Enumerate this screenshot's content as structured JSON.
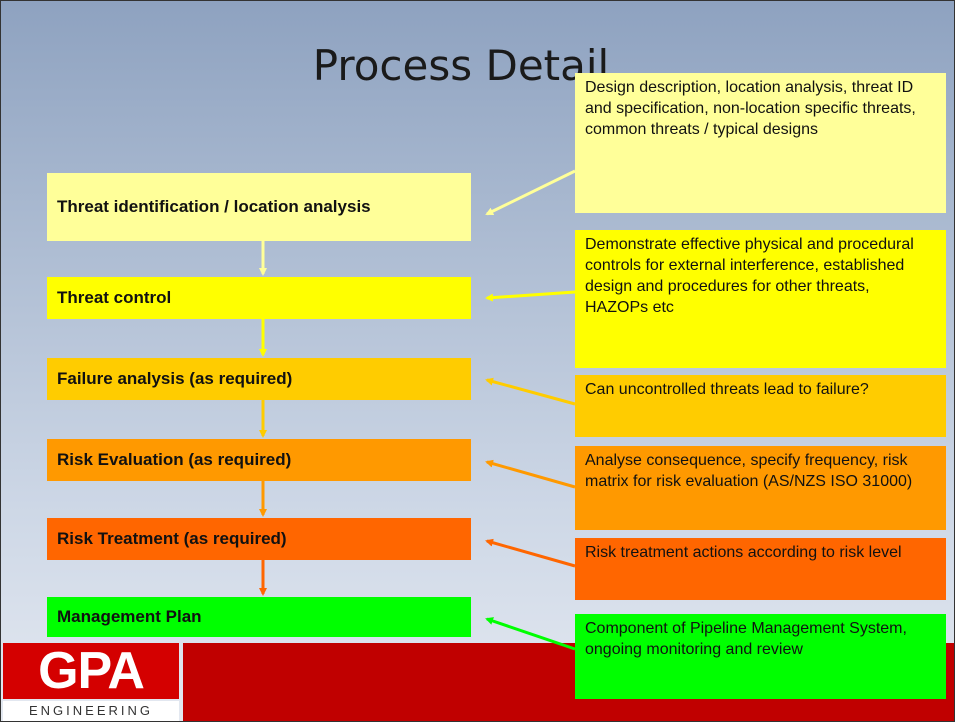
{
  "title": "Process Detail",
  "steps": [
    {
      "label": "Threat identification / location analysis",
      "color": "#ffff99"
    },
    {
      "label": "Threat control",
      "color": "#ffff00"
    },
    {
      "label": "Failure analysis (as required)",
      "color": "#ffcc00"
    },
    {
      "label": "Risk Evaluation (as required)",
      "color": "#ff9900"
    },
    {
      "label": "Risk Treatment (as required)",
      "color": "#ff6600"
    },
    {
      "label": "Management Plan",
      "color": "#00ff00"
    }
  ],
  "notes": [
    {
      "text": "Design description, location analysis, threat ID and specification, non-location specific threats, common threats / typical designs",
      "color": "#ffff99"
    },
    {
      "text": "Demonstrate effective physical and procedural controls for external interference, established design and procedures for other threats, HAZOPs etc",
      "color": "#ffff00"
    },
    {
      "text": "Can uncontrolled threats lead to failure?",
      "color": "#ffcc00"
    },
    {
      "text": " Analyse consequence, specify frequency, risk matrix for risk evaluation (AS/NZS ISO 31000)",
      "color": "#ff9900"
    },
    {
      "text": " Risk treatment actions according to risk level",
      "color": "#ff6600"
    },
    {
      "text": "Component of Pipeline Management System, ongoing monitoring and review",
      "color": "#00ff00"
    }
  ],
  "logo": {
    "mark": "GPA",
    "sub": "ENGINEERING",
    "color": "#d40000"
  },
  "footer_color": "#c00000"
}
